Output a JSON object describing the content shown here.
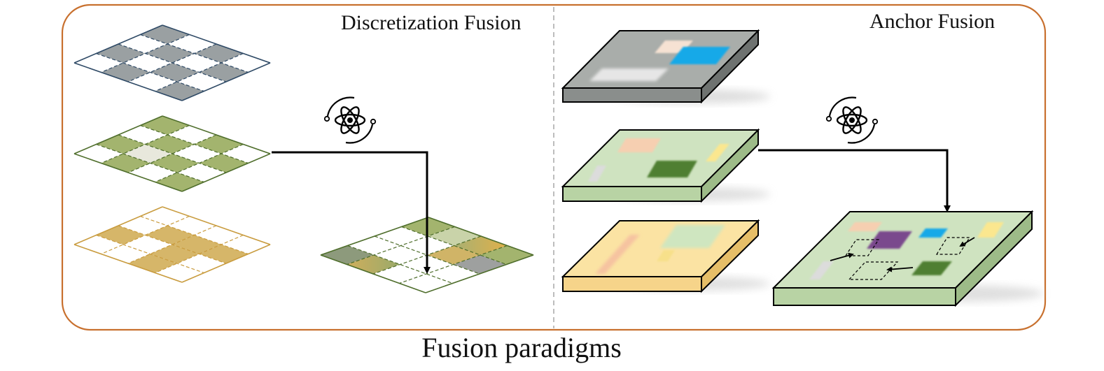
{
  "diagram": {
    "left_panel_title": "Discretization Fusion",
    "right_panel_title": "Anchor Fusion",
    "caption": "Fusion paradigms"
  },
  "colors": {
    "frame": "#c8702e",
    "divider": "#bdbdbd",
    "grid_gray_fill": "#9aa0a2",
    "grid_gray_line": "#2f4a66",
    "grid_green_fill": "#a3b46e",
    "grid_green_line": "#4f6e2c",
    "grid_gold_fill": "#d6b669",
    "grid_gold_line": "#c99c3f",
    "slab_gray": "#a9adaa",
    "slab_green": "#cfe3c0",
    "slab_yellow": "#fbe3a3",
    "object_blue": "#18a9e8",
    "object_purple": "#7a4a8d",
    "object_darkgreen": "#4f7f31",
    "object_peach": "#f6cfb1"
  },
  "icons": [
    "atom-fusion-icon",
    "atom-fusion-icon"
  ]
}
